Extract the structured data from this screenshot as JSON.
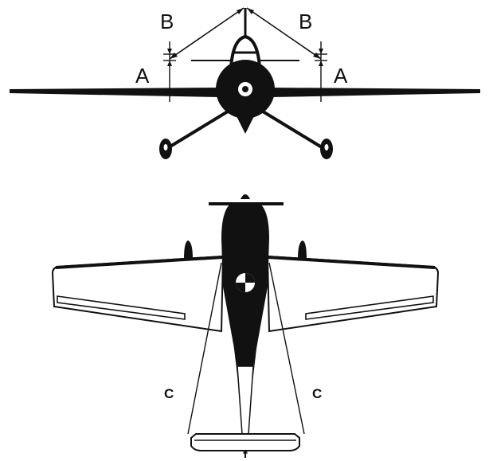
{
  "labels": {
    "b_left": "B",
    "b_right": "B",
    "a_left": "A",
    "a_right": "A",
    "c_left": "C",
    "c_right": "C"
  },
  "colors": {
    "ink": "#111111",
    "paper": "#ffffff"
  }
}
